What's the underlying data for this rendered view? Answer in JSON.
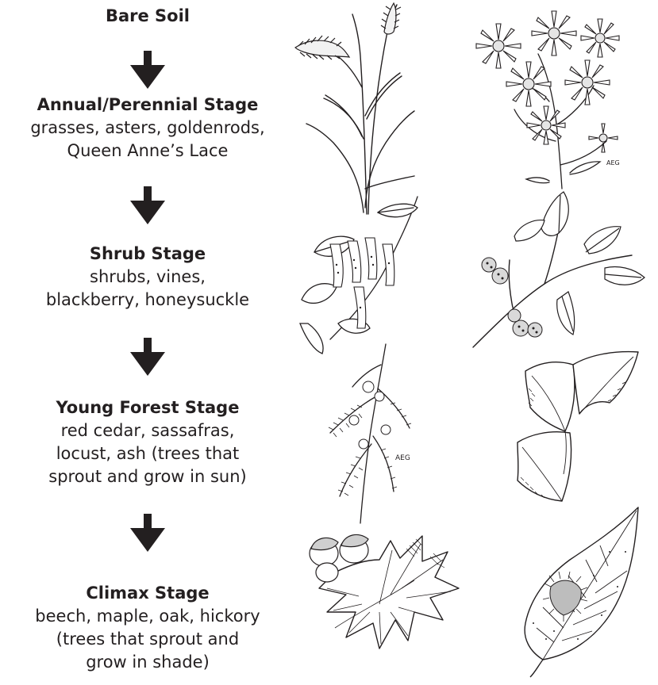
{
  "stages": [
    {
      "title": "Bare Soil",
      "lines": []
    },
    {
      "title": "Annual/Perennial Stage",
      "lines": [
        "grasses, asters, goldenrods,",
        "Queen Anne’s Lace"
      ]
    },
    {
      "title": "Shrub Stage",
      "lines": [
        "shrubs, vines,",
        "blackberry, honeysuckle"
      ]
    },
    {
      "title": "Young Forest Stage",
      "lines": [
        "red cedar, sassafras,",
        "locust, ash (trees that",
        "sprout and grow in sun)"
      ]
    },
    {
      "title": "Climax Stage",
      "lines": [
        "beech, maple, oak, hickory",
        "(trees that sprout and",
        "grow in shade)"
      ]
    }
  ],
  "illustrations": [
    {
      "name": "grass-illustration",
      "signature": ""
    },
    {
      "name": "aster-illustration",
      "signature": "AEG"
    },
    {
      "name": "honeysuckle-illustration",
      "signature": ""
    },
    {
      "name": "blackberry-illustration",
      "signature": ""
    },
    {
      "name": "red-cedar-illustration",
      "signature": "AEG"
    },
    {
      "name": "sassafras-illustration",
      "signature": ""
    },
    {
      "name": "oak-illustration",
      "signature": ""
    },
    {
      "name": "beech-illustration",
      "signature": ""
    }
  ]
}
